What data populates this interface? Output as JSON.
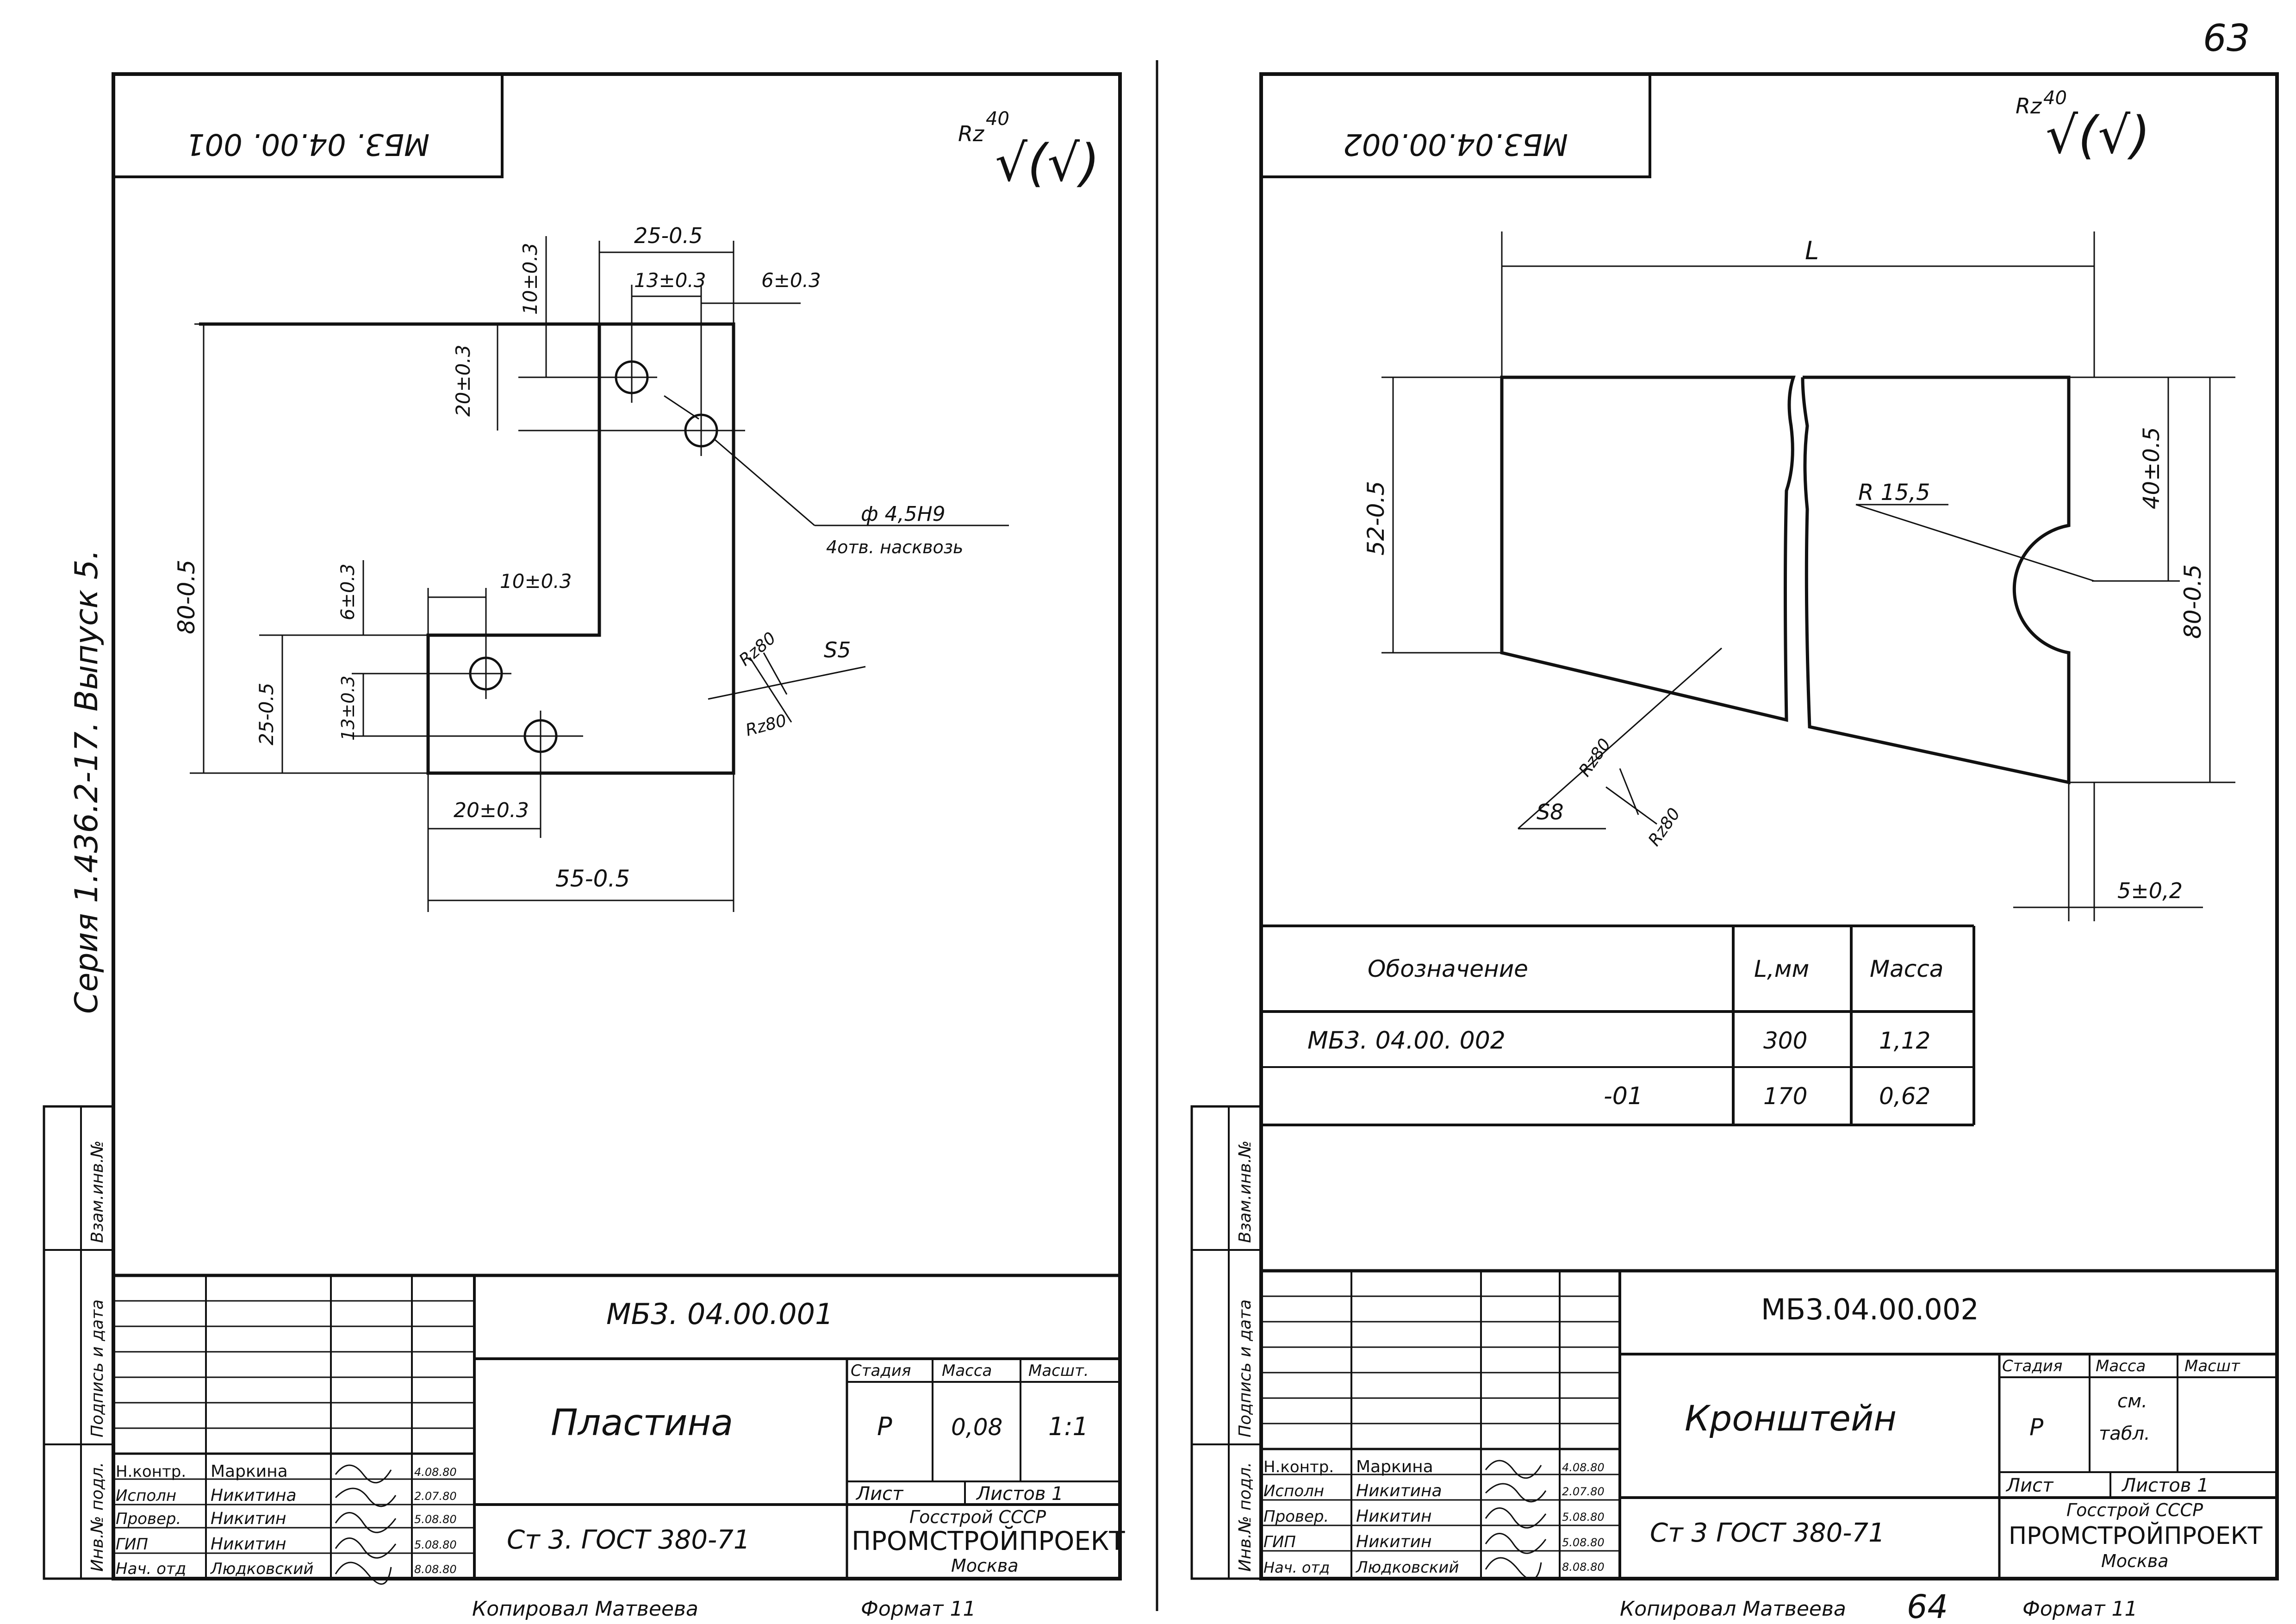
{
  "page_number": "63",
  "series_text": "Серия 1.436.2-17. Выпуск 5.",
  "side_columns": {
    "col_a": "Инв.№ подл.",
    "col_b": "Подпись и дата",
    "col_c": "Взам.инв.№"
  },
  "sheet1": {
    "code_top": "МБ3. 04.00. 001",
    "roughness_label": "Rz",
    "roughness_value": "40",
    "roughness_symbol": "√(√)",
    "dims": {
      "d25": "25-0.5",
      "d13": "13±0.3",
      "d6": "6±0.3",
      "d10v": "10±0.3",
      "d20v": "20±0.3",
      "d80": "80-0.5",
      "d10h": "10±0.3",
      "d6v": "6±0.3",
      "d25v": "25-0.5",
      "d13v": "13±0.3",
      "d20h": "20±0.3",
      "d55": "55-0.5"
    },
    "hole_callout": "ф 4,5Н9",
    "hole_note": "4отв. насквозь",
    "thickness": "S5",
    "rz_a": "Rz80",
    "rz_b": "Rz80",
    "title_block": {
      "code": "МБ3. 04.00.001",
      "name": "Пластина",
      "stage_h": "Стадия",
      "mass_h": "Масса",
      "scale_h": "Масшт.",
      "stage": "Р",
      "mass": "0,08",
      "scale": "1:1",
      "sheet": "Лист",
      "sheets": "Листов 1",
      "material": "Ст 3.  ГОСТ  380-71",
      "org1": "Госстрой СССР",
      "org2": "ПРОМСТРОЙПРОЕКТ",
      "org3": "Москва",
      "roles": [
        "Н.контр.",
        "Исполн",
        "Провер.",
        "ГИП",
        "Нач. отд"
      ],
      "names": [
        "Маркина",
        "Никитина",
        "Никитин",
        "Никитин",
        "Людковский"
      ],
      "dates": [
        "4.08.80",
        "2.07.80",
        "5.08.80",
        "5.08.80",
        "8.08.80"
      ]
    },
    "copied": "Копировал  Матвеева",
    "format": "Формат 11"
  },
  "sheet2": {
    "code_top": "МБ3.04.00.002",
    "roughness_label": "Rz",
    "roughness_value": "40",
    "roughness_symbol": "√(√)",
    "dims": {
      "L": "L",
      "d52": "52-0.5",
      "d40": "40±0.5",
      "d80": "80-0.5",
      "r": "R 15,5",
      "d5": "5±0,2"
    },
    "thickness": "S8",
    "rz_a": "Rz80",
    "rz_b": "Rz80",
    "table": {
      "headers": [
        "Обозначение",
        "L,мм",
        "Масса"
      ],
      "rows": [
        [
          "МБ3. 04.00. 002",
          "300",
          "1,12"
        ],
        [
          "-01",
          "170",
          "0,62"
        ]
      ]
    },
    "title_block": {
      "code": "МБ3.04.00.002",
      "name": "Кронштейн",
      "stage_h": "Стадия",
      "mass_h": "Масса",
      "scale_h": "Масшт",
      "stage": "Р",
      "mass1": "см.",
      "mass2": "табл.",
      "sheet": "Лист",
      "sheets": "Листов 1",
      "material": "Ст 3   ГОСТ   380-71",
      "org1": "Госстрой СССР",
      "org2": "ПРОМСТРОЙПРОЕКТ",
      "org3": "Москва",
      "roles": [
        "Н.контр.",
        "Исполн",
        "Провер.",
        "ГИП",
        "Нач. отд"
      ],
      "names": [
        "Маркина",
        "Никитина",
        "Никитин",
        "Никитин",
        "Людковский"
      ],
      "dates": [
        "4.08.80",
        "2.07.80",
        "5.08.80",
        "5.08.80",
        "8.08.80"
      ]
    },
    "copied": "Копировал  Матвеева",
    "format": "Формат 11",
    "handwritten": "64"
  }
}
